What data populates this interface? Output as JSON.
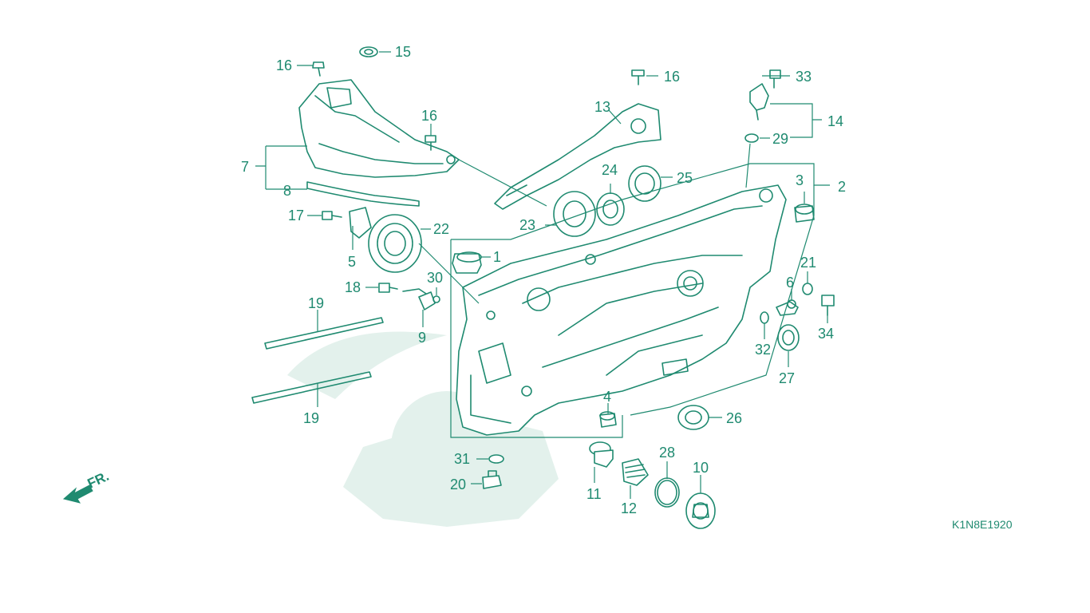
{
  "diagram_code": "K1N8E1920",
  "front_marker": "FR.",
  "colors": {
    "line": "#1f8a70",
    "watermark": "#e3f1ec",
    "background": "#ffffff"
  },
  "callouts": [
    {
      "id": "c1",
      "label": "1"
    },
    {
      "id": "c2",
      "label": "2"
    },
    {
      "id": "c3",
      "label": "3"
    },
    {
      "id": "c4",
      "label": "4"
    },
    {
      "id": "c5",
      "label": "5"
    },
    {
      "id": "c6",
      "label": "6"
    },
    {
      "id": "c7",
      "label": "7"
    },
    {
      "id": "c8",
      "label": "8"
    },
    {
      "id": "c9",
      "label": "9"
    },
    {
      "id": "c10",
      "label": "10"
    },
    {
      "id": "c11",
      "label": "11"
    },
    {
      "id": "c12",
      "label": "12"
    },
    {
      "id": "c13",
      "label": "13"
    },
    {
      "id": "c14",
      "label": "14"
    },
    {
      "id": "c15",
      "label": "15"
    },
    {
      "id": "c16a",
      "label": "16"
    },
    {
      "id": "c16b",
      "label": "16"
    },
    {
      "id": "c16c",
      "label": "16"
    },
    {
      "id": "c17",
      "label": "17"
    },
    {
      "id": "c18",
      "label": "18"
    },
    {
      "id": "c19a",
      "label": "19"
    },
    {
      "id": "c19b",
      "label": "19"
    },
    {
      "id": "c20",
      "label": "20"
    },
    {
      "id": "c21",
      "label": "21"
    },
    {
      "id": "c22",
      "label": "22"
    },
    {
      "id": "c23",
      "label": "23"
    },
    {
      "id": "c24",
      "label": "24"
    },
    {
      "id": "c25",
      "label": "25"
    },
    {
      "id": "c26",
      "label": "26"
    },
    {
      "id": "c27",
      "label": "27"
    },
    {
      "id": "c28",
      "label": "28"
    },
    {
      "id": "c29",
      "label": "29"
    },
    {
      "id": "c30",
      "label": "30"
    },
    {
      "id": "c31",
      "label": "31"
    },
    {
      "id": "c32",
      "label": "32"
    },
    {
      "id": "c33",
      "label": "33"
    },
    {
      "id": "c34",
      "label": "34"
    }
  ]
}
